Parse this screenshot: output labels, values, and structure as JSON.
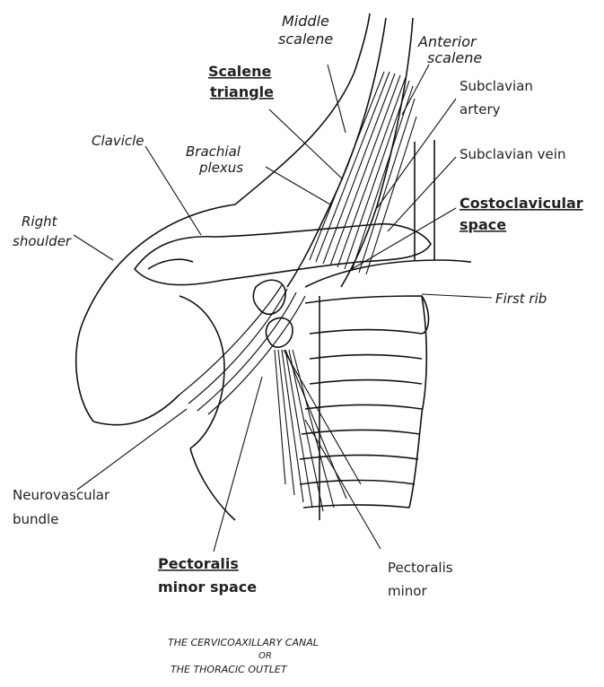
{
  "labels": {
    "middle_scalene": [
      "Middle",
      "scalene"
    ],
    "anterior_scalene": [
      "Anterior",
      "scalene"
    ],
    "scalene_triangle": [
      "Scalene",
      "triangle"
    ],
    "subclavian_artery": [
      "Subclavian",
      "artery"
    ],
    "clavicle": "Clavicle",
    "brachial_plexus": [
      "Brachial",
      "plexus"
    ],
    "subclavian_vein": "Subclavian vein",
    "costoclavicular_space": [
      "Costoclavicular",
      "space"
    ],
    "right_shoulder": [
      "Right",
      "shoulder"
    ],
    "first_rib": "First rib",
    "neurovascular_bundle": [
      "Neurovascular",
      "bundle"
    ],
    "pectoralis_minor_space": [
      "Pectoralis",
      "minor space"
    ],
    "pectoralis_minor": [
      "Pectoralis",
      "minor"
    ]
  },
  "caption": [
    "THE CERVICOAXILLARY CANAL",
    "OR",
    "THE THORACIC OUTLET"
  ],
  "colors": {
    "ink": "#111111",
    "background": "#ffffff"
  }
}
